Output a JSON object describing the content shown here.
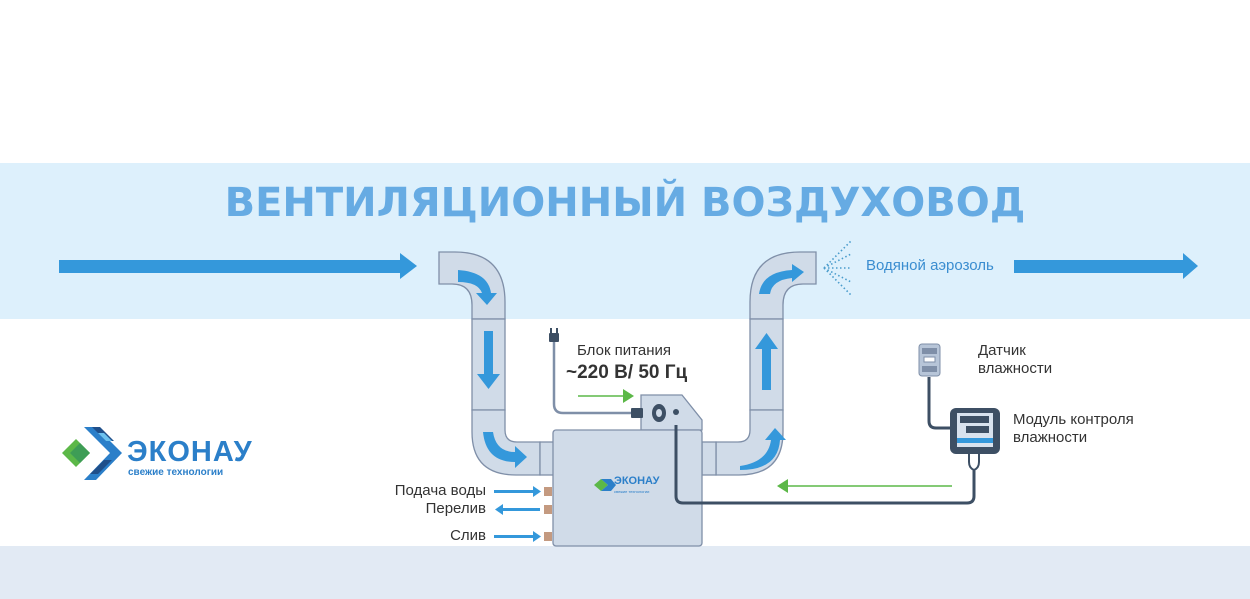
{
  "title": "ВЕНТИЛЯЦИОННЫЙ ВОЗДУХОВОД",
  "labels": {
    "aerosol": "Водяной аэрозоль",
    "power_supply": "Блок питания",
    "power_voltage": "~220 В/ 50 Гц",
    "sensor_line1": "Датчик",
    "sensor_line2": "влажности",
    "module_line1": "Модуль контроля",
    "module_line2": "влажности",
    "water_supply": "Подача воды",
    "overflow": "Перелив",
    "drain": "Слив"
  },
  "brand": {
    "name": "ЭКОНАУ",
    "tagline": "свежие технологии"
  },
  "colors": {
    "duct_band": "#ddf0fc",
    "floor_band": "#e2eaf4",
    "title": "#66abe3",
    "flow_arrow": "#3498db",
    "duct_fill": "#d0dbe8",
    "duct_stroke": "#7f8fa8",
    "signal_arrow": "#5cb848",
    "cable": "#3d4f64",
    "brand_blue": "#2b7fc9",
    "fitting": "#c49a80"
  },
  "icons": {
    "plug": "power-plug-icon",
    "socket": "power-socket-icon",
    "sensor": "humidity-sensor-icon",
    "module": "control-module-icon",
    "spray": "water-spray-icon",
    "logo": "ekonau-logo-icon"
  }
}
